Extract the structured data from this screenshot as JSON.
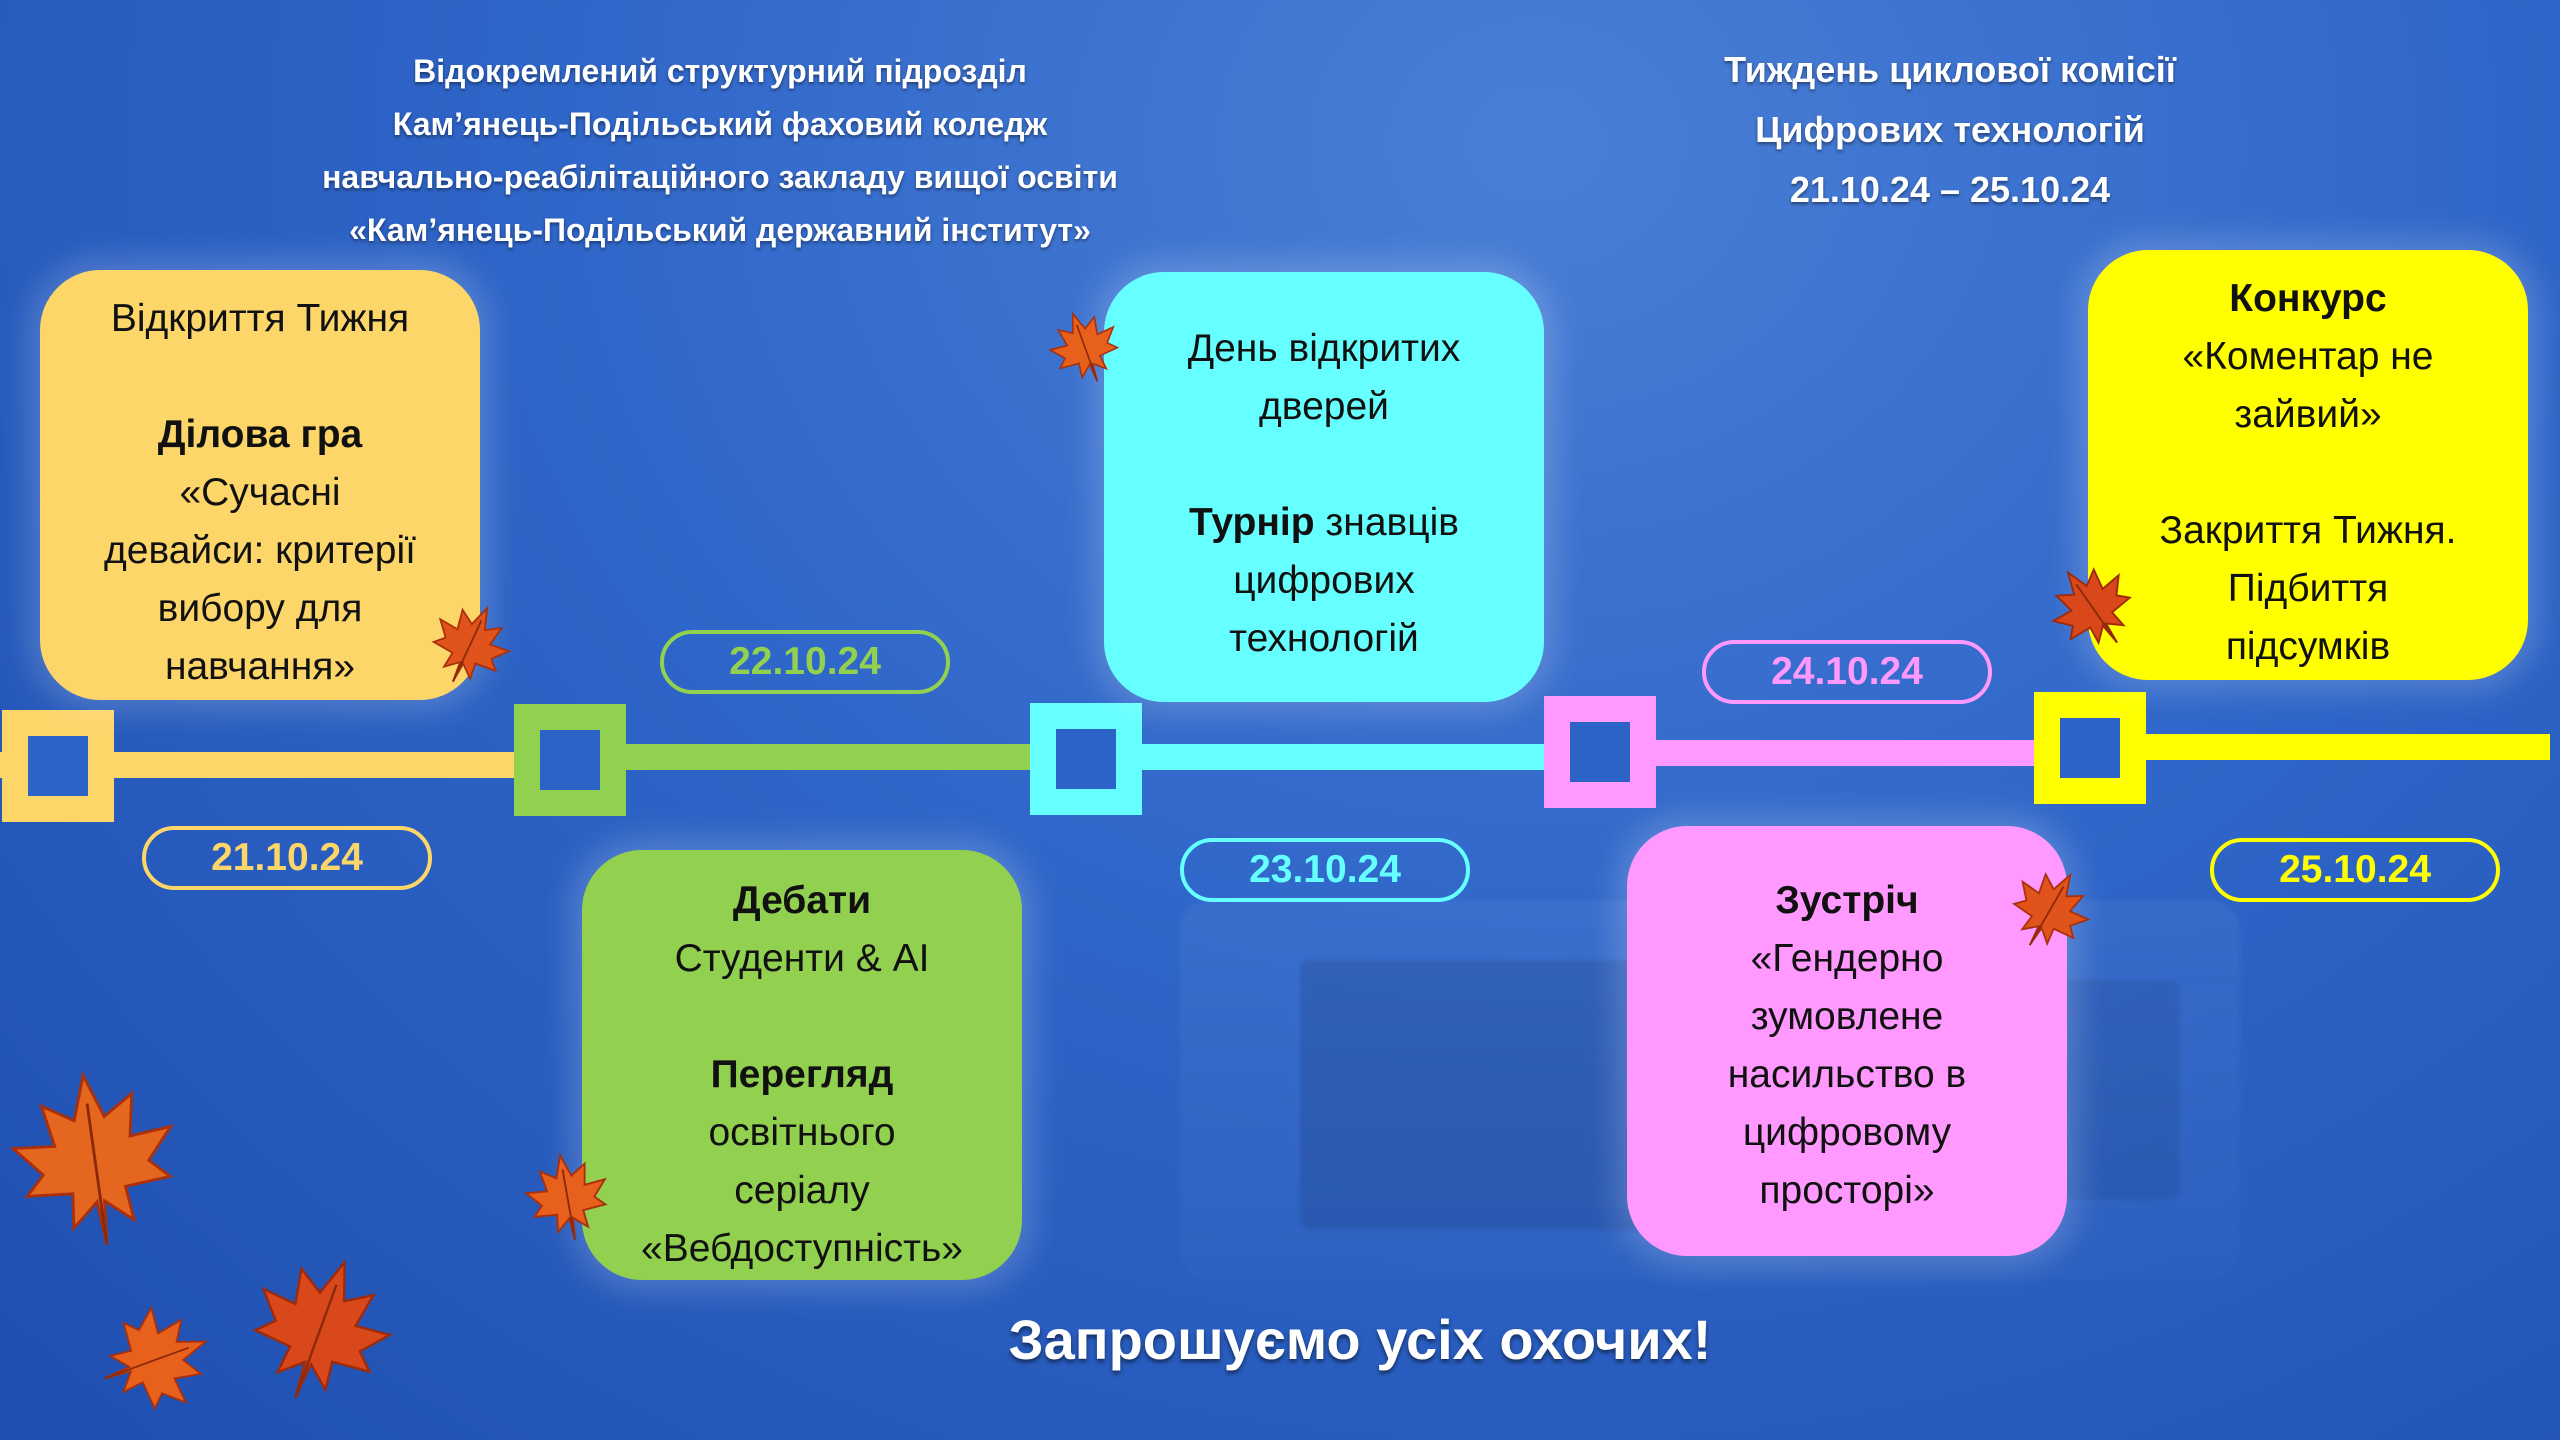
{
  "header_left": [
    "Відокремлений структурний підрозділ",
    "Кам’янець-Подільський фаховий коледж",
    "навчально-реабілітаційного закладу вищої освіти",
    "«Кам’янець-Подільський державний інститут»"
  ],
  "header_right": [
    "Тиждень циклової комісії",
    "Цифрових технологій",
    "21.10.24 – 25.10.24"
  ],
  "cards": {
    "day1": {
      "intro": "Відкриття Тижня",
      "event_title": "Ділова гра",
      "event_lines": [
        "«Сучасні",
        "девайси: критерії",
        "вибору для",
        "навчання»"
      ]
    },
    "day2": {
      "event1_title": "Дебати",
      "event1_line": "Студенти & AI",
      "event2_title": "Перегляд",
      "event2_lines": [
        "освітнього",
        "серіалу",
        "«Вебдоступність»"
      ]
    },
    "day3": {
      "intro_lines": [
        "День відкритих",
        "дверей"
      ],
      "event_title": "Турнір",
      "event_title_rest": " знавців",
      "event_lines": [
        "цифрових",
        "технологій"
      ]
    },
    "day4": {
      "event_title": "Зустріч",
      "event_lines": [
        "«Гендерно",
        "зумовлене",
        "насильство в",
        "цифровому",
        "просторі»"
      ]
    },
    "day5": {
      "event_title": "Конкурс",
      "event_lines": [
        "«Коментар не",
        "зайвий»"
      ],
      "closing_lines": [
        "Закриття Тижня.",
        "Підбиття",
        "підсумків"
      ]
    }
  },
  "dates": [
    "21.10.24",
    "22.10.24",
    "23.10.24",
    "24.10.24",
    "25.10.24"
  ],
  "colors": {
    "day1": "#fdd66a",
    "day2": "#92d050",
    "day3": "#66ffff",
    "day4": "#ff99ff",
    "day5": "#ffff00",
    "background": "#2f66c9"
  },
  "icons": [
    "maple-leaf-icon"
  ],
  "footer": "Запрошуємо усіх охочих!"
}
